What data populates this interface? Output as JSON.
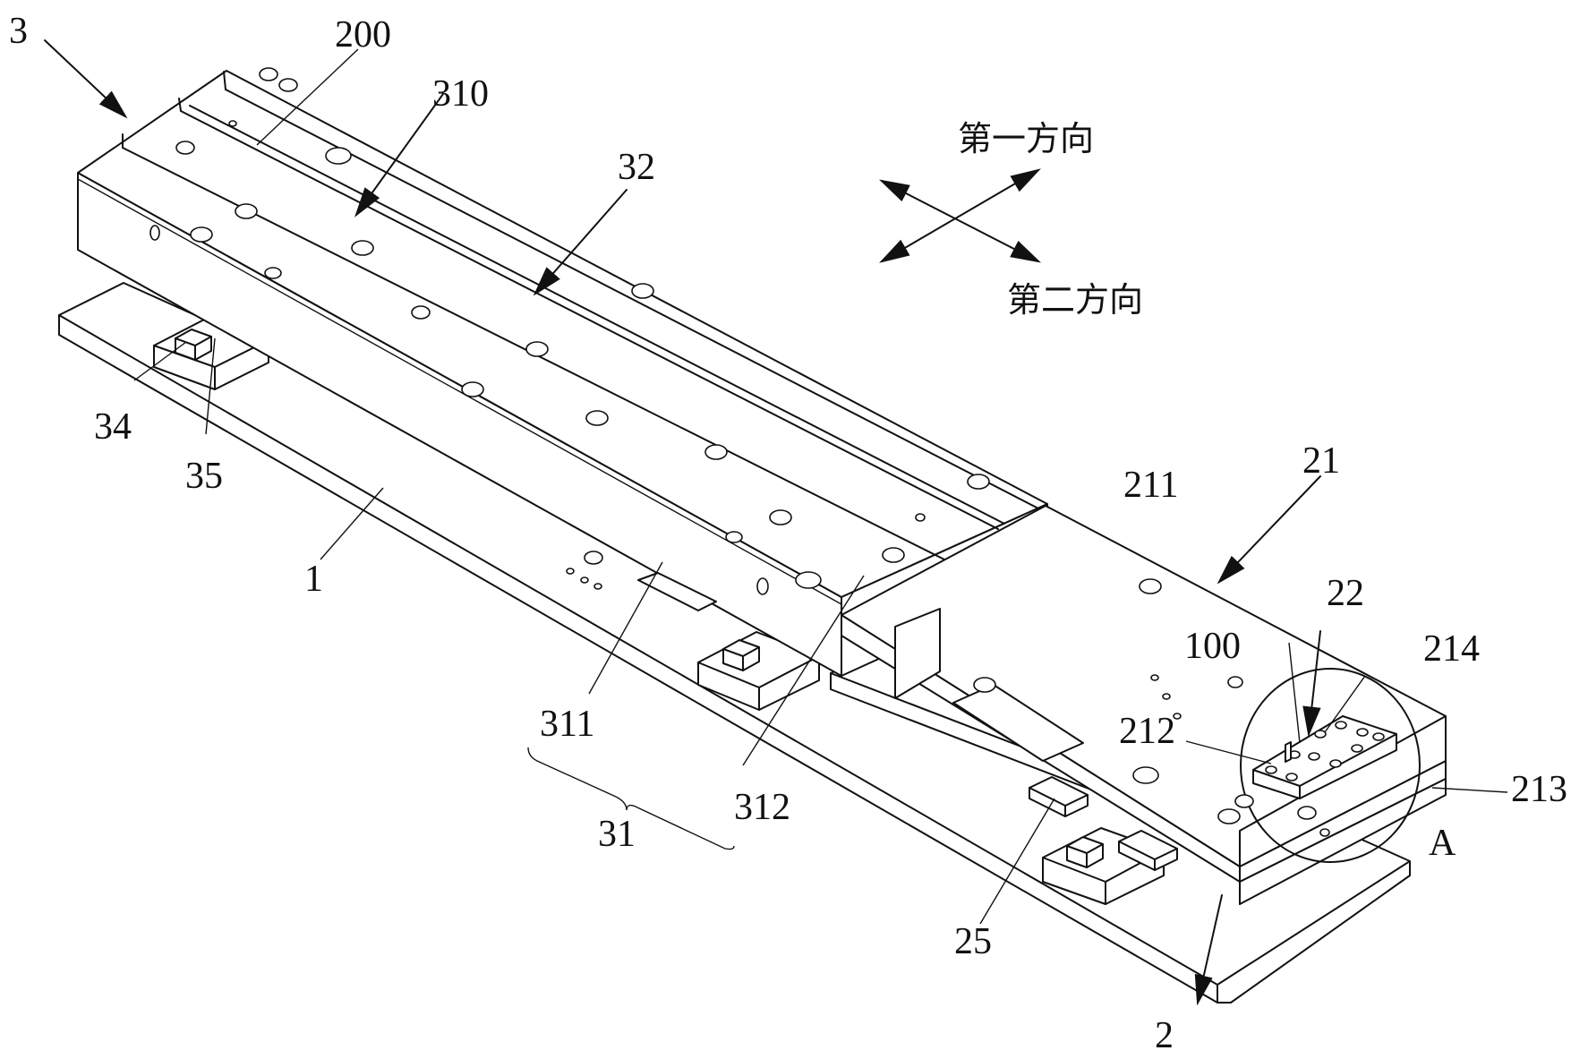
{
  "diagram": {
    "labels": {
      "l3": "3",
      "l200": "200",
      "l310": "310",
      "l32": "32",
      "l34": "34",
      "l35": "35",
      "l1": "1",
      "l311": "311",
      "l312": "312",
      "l31": "31",
      "l211": "211",
      "l21": "21",
      "l22": "22",
      "l100": "100",
      "l214": "214",
      "l212": "212",
      "l213": "213",
      "lA": "A",
      "l25": "25",
      "l2": "2"
    },
    "directions": {
      "first": "第一方向",
      "second": "第二方向"
    }
  }
}
